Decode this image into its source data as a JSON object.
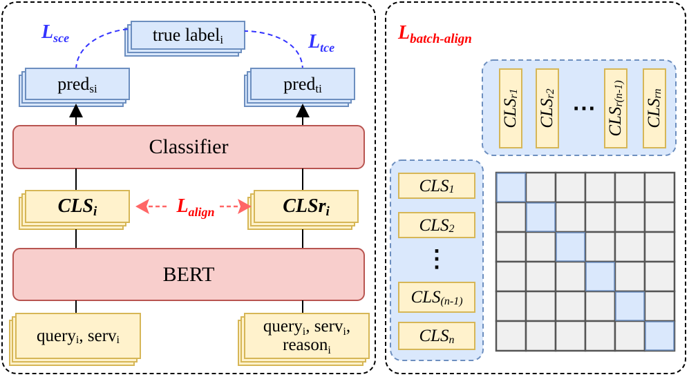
{
  "left_panel": {
    "true_label": {
      "text": "true label",
      "sub": "i"
    },
    "pred_s": {
      "text": "pred",
      "sub": "si"
    },
    "pred_t": {
      "text": "pred",
      "sub": "ti"
    },
    "loss_sce": {
      "text": "L",
      "sub": "sce"
    },
    "loss_tce": {
      "text": "L",
      "sub": "tce"
    },
    "classifier": "Classifier",
    "bert": "BERT",
    "cls_i": {
      "text": "CLS",
      "sub": "i"
    },
    "clsr_i": {
      "text": "CLSr",
      "sub": "i"
    },
    "loss_align": {
      "text": "L",
      "sub": "align"
    },
    "input_left": {
      "query": "query",
      "query_sub": "i",
      "sep": ", ",
      "serv": "serv",
      "serv_sub": "i"
    },
    "input_right": {
      "query": "query",
      "query_sub": "i",
      "sep": ", ",
      "serv": "serv",
      "serv_sub": "i",
      "sep2": ",",
      "reason": "reason",
      "reason_sub": "i"
    }
  },
  "right_panel": {
    "loss_batch": {
      "text": "L",
      "sub": "batch-align"
    },
    "cls_r_items": [
      {
        "text": "CLS",
        "sub": "r1"
      },
      {
        "text": "CLS",
        "sub": "r2"
      },
      {
        "text": "CLS",
        "sub": "r(n-1)"
      },
      {
        "text": "CLS",
        "sub": "rn"
      }
    ],
    "cls_items": [
      {
        "text": "CLS",
        "sub": "1"
      },
      {
        "text": "CLS",
        "sub": "2"
      },
      {
        "text": "CLS",
        "sub": "(n-1)"
      },
      {
        "text": "CLS",
        "sub": "n"
      }
    ],
    "ellipsis_h": "⋯",
    "ellipsis_v": "⋮",
    "matrix": {
      "size": 6,
      "diagonal_highlight": true
    }
  },
  "colors": {
    "box_blue_fill": "#dae8fc",
    "box_blue_stroke": "#6c8ebf",
    "box_yellow_fill": "#fff2cc",
    "box_yellow_stroke": "#d6b656",
    "box_red_fill": "#f8cecc",
    "box_red_stroke": "#b85450",
    "loss_blue": "#3333ff",
    "loss_red": "#ff0000",
    "arrow_red": "#ff6666",
    "grid_fill": "#f0f0f0",
    "grid_stroke": "#555555"
  }
}
